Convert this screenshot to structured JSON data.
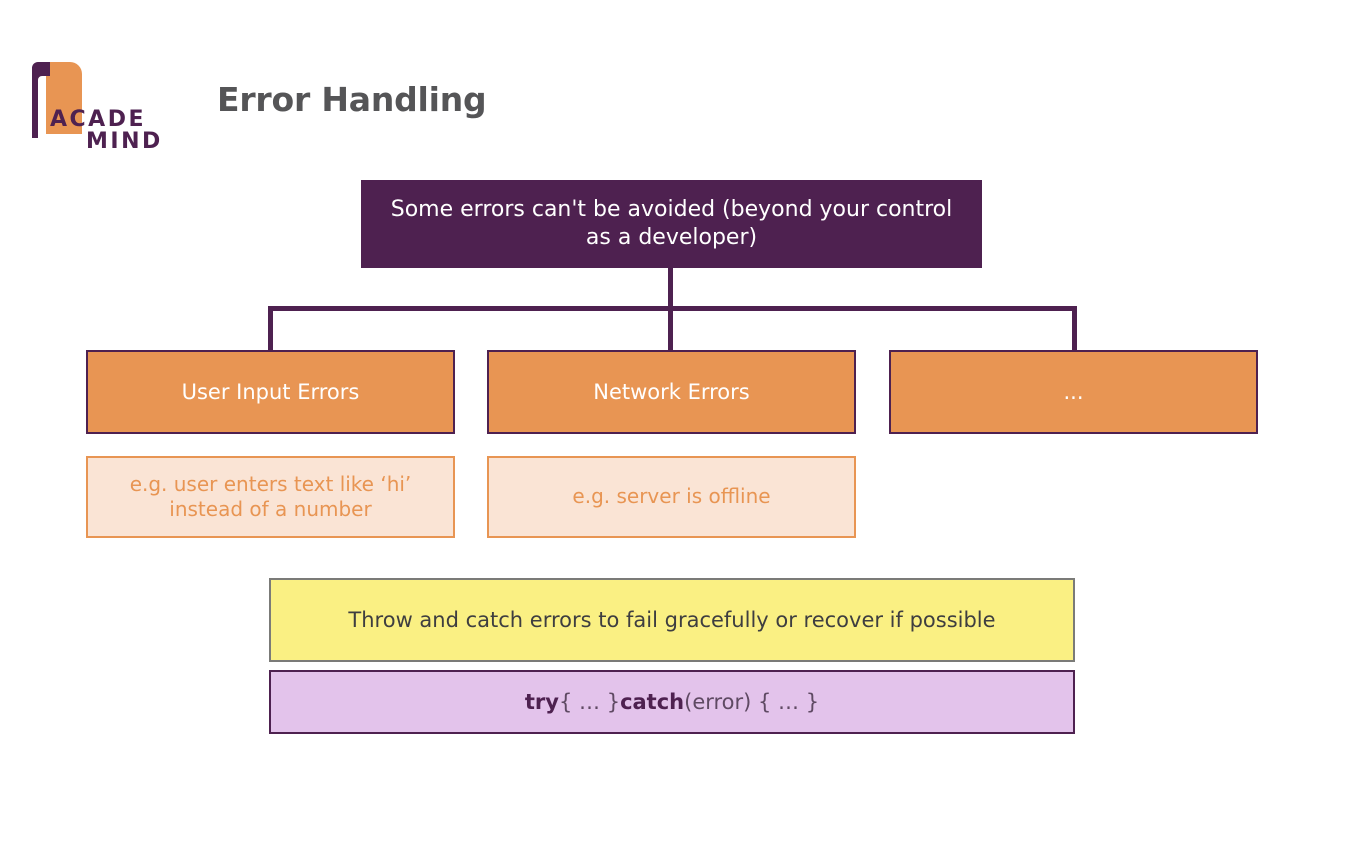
{
  "brand": {
    "name_line1": "ACADE",
    "name_line2": "MIND",
    "orange": "#E89553",
    "purple": "#4E2150"
  },
  "slide": {
    "title": "Error Handling"
  },
  "diagram": {
    "root": {
      "text": "Some errors can't be avoided (beyond your control as a developer)",
      "bg": "#4E2150",
      "fg": "#FFFFFF"
    },
    "categories": [
      {
        "label": "User Input Errors",
        "example": "e.g. user enters text like ‘hi’ instead of a number"
      },
      {
        "label": "Network Errors",
        "example": "e.g. server is offline"
      },
      {
        "label": "...",
        "example": null
      }
    ],
    "category_colors": {
      "bg": "#E89553",
      "border": "#4E2150",
      "fg": "#FFFFFF"
    },
    "example_colors": {
      "bg": "#FAE4D5",
      "border": "#E89553",
      "fg": "#E89553"
    },
    "takeaway": {
      "text": "Throw and catch errors to fail gracefully or recover if possible",
      "bg": "#FAF083",
      "border": "#7B7B78",
      "fg": "#3E3E40"
    },
    "code": {
      "keyword_try": "try",
      "block_open": " { … } ",
      "keyword_catch": "catch",
      "tail": " (error) { … }",
      "bg": "#E3C3EB",
      "border": "#4E2150",
      "fg": "#4E2150"
    }
  }
}
